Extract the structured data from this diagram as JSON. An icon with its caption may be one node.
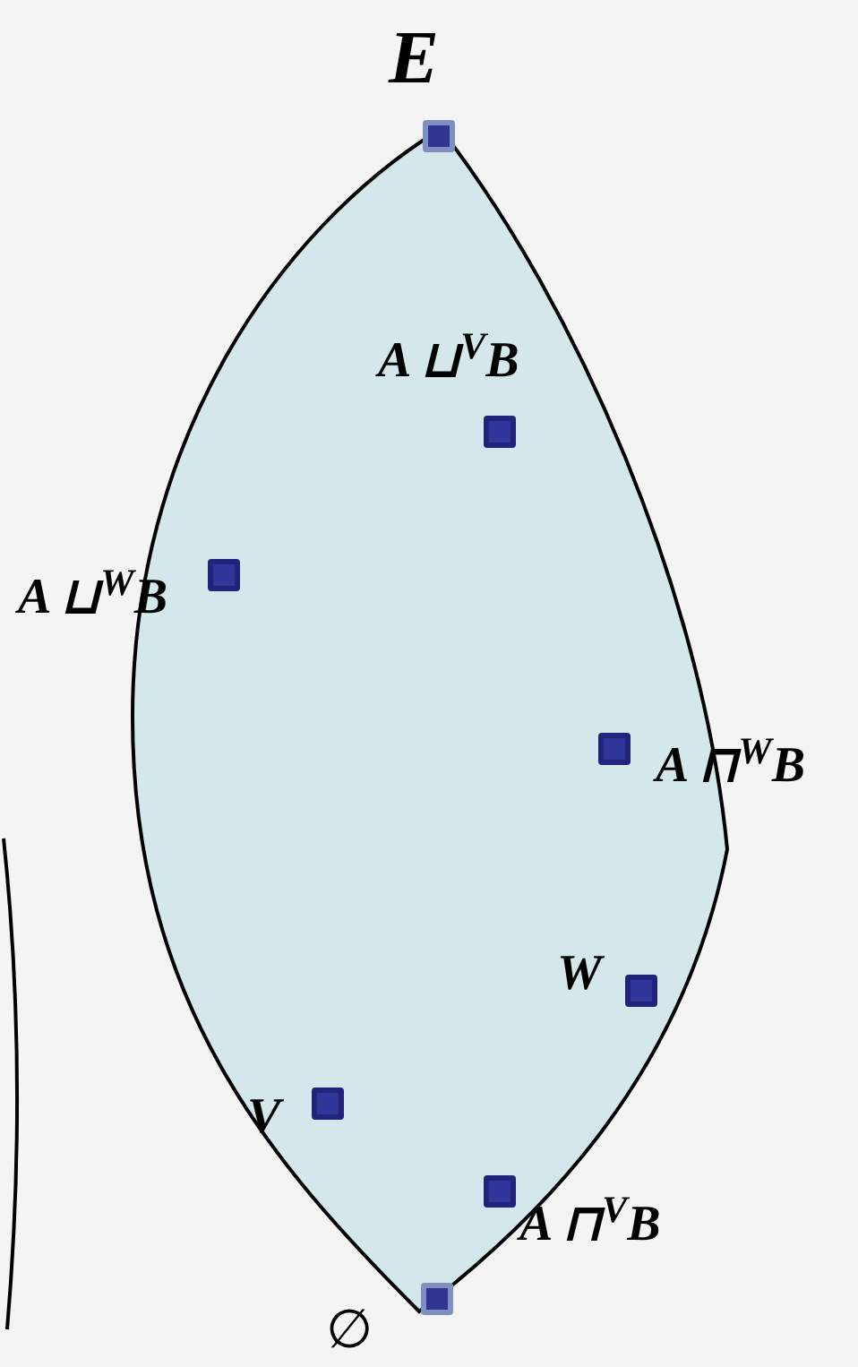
{
  "diagram": {
    "nodes": [
      {
        "text": [],
        "shape": "lens"
      },
      {
        "text": [
          "E"
        ]
      },
      {
        "text": [
          "A ⊔$^{V}$B"
        ],
        "in": 0
      },
      {
        "text": [
          "A ⊔$^{W}$B"
        ],
        "in": 0
      },
      {
        "text": [
          "A ⊓$^{W}$B"
        ],
        "in": 0
      },
      {
        "text": [
          "W"
        ],
        "in": 0
      },
      {
        "text": [
          "V"
        ],
        "in": 0
      },
      {
        "text": [
          "A ⊓$^{V}$B"
        ],
        "in": 0
      },
      {
        "text": [
          "∅"
        ]
      }
    ]
  }
}
